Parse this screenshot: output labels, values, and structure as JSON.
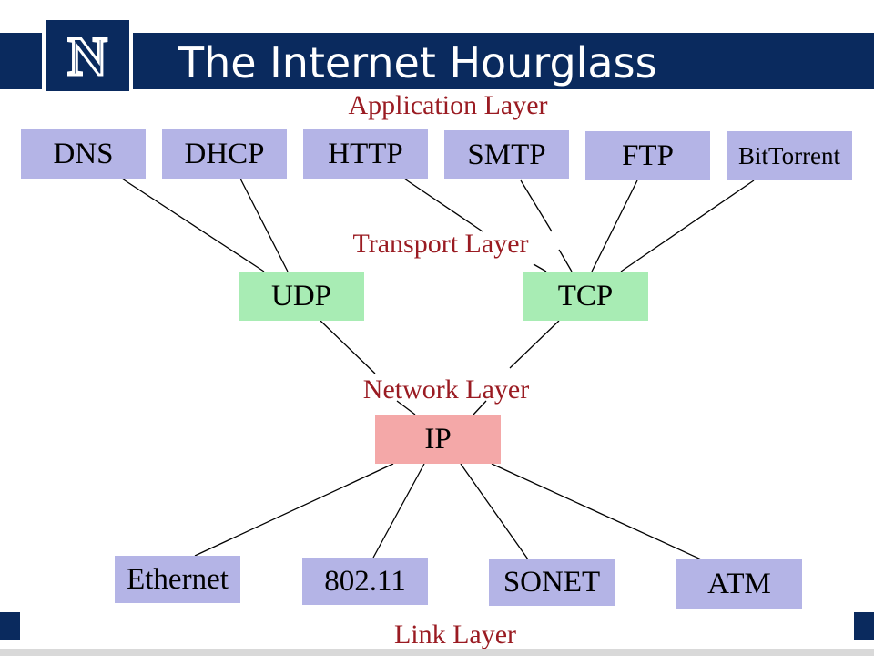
{
  "slide": {
    "title": "The Internet Hourglass",
    "logo_letter": "N"
  },
  "layers": {
    "application": "Application Layer",
    "transport": "Transport Layer",
    "network": "Network Layer",
    "link": "Link Layer"
  },
  "application_protocols": [
    "DNS",
    "DHCP",
    "HTTP",
    "SMTP",
    "FTP",
    "BitTorrent"
  ],
  "transport_protocols": [
    "UDP",
    "TCP"
  ],
  "network_protocols": [
    "IP"
  ],
  "link_protocols": [
    "Ethernet",
    "802.11",
    "SONET",
    "ATM"
  ],
  "colors": {
    "title_bar": "#0a2a5e",
    "layer_label": "#9a1b22",
    "application_box": "#b4b4e6",
    "transport_box": "#a8ecb4",
    "network_box": "#f4a8a8",
    "link_box": "#b4b4e6"
  },
  "connections": [
    [
      "DNS",
      "UDP"
    ],
    [
      "DHCP",
      "UDP"
    ],
    [
      "HTTP",
      "TCP"
    ],
    [
      "SMTP",
      "TCP"
    ],
    [
      "FTP",
      "TCP"
    ],
    [
      "BitTorrent",
      "TCP"
    ],
    [
      "UDP",
      "IP"
    ],
    [
      "TCP",
      "IP"
    ],
    [
      "IP",
      "Ethernet"
    ],
    [
      "IP",
      "802.11"
    ],
    [
      "IP",
      "SONET"
    ],
    [
      "IP",
      "ATM"
    ]
  ]
}
